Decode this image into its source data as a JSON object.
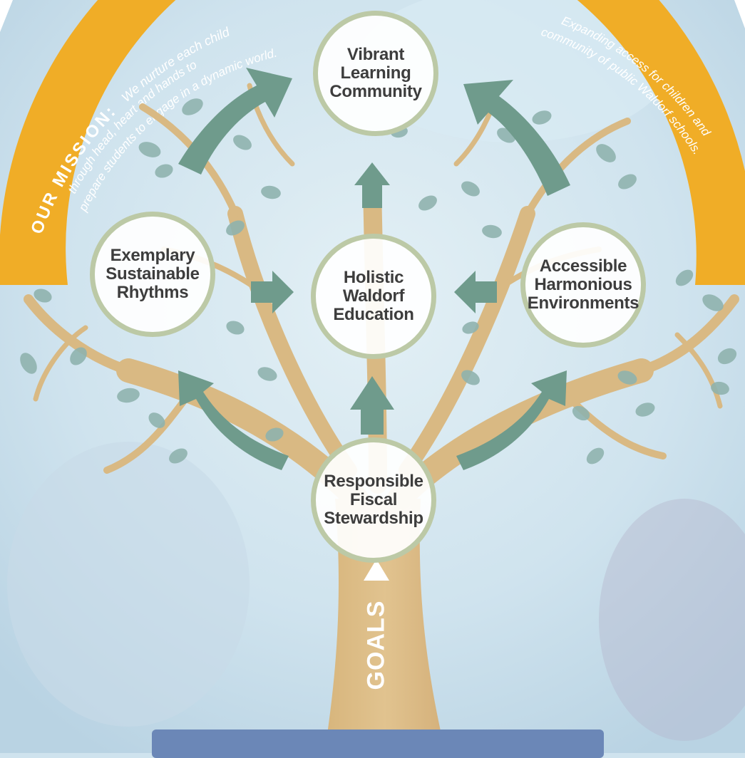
{
  "mission": {
    "heading": "OUR MISSION:",
    "line1": "We nurture each child",
    "line2": "through head, heart and hands to",
    "line3": "prepare students to engage in a dynamic world."
  },
  "vision": {
    "line1": "Expanding access for children and",
    "line2": "community of public Waldorf schools."
  },
  "nodes": {
    "top": "Vibrant\nLearning\nCommunity",
    "center": "Holistic\nWaldorf\nEducation",
    "left": "Exemplary\nSustainable\nRhythms",
    "right": "Accessible\nHarmonious\nEnvironments",
    "bottom": "Responsible\nFiscal\nStewardship"
  },
  "goals_label": "GOALS",
  "colors": {
    "arc": "#f0ad27",
    "arrow": "#6f9b8c",
    "trunk": "#d9b983",
    "leaf": "#8fb3ae",
    "circle_border": "#bcc9a6",
    "bottom_bar": "#6b87b7"
  }
}
